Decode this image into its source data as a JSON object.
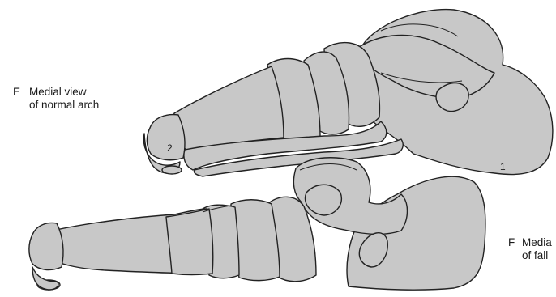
{
  "colors": {
    "bone_fill": "#c8c8c8",
    "bone_stroke": "#222222",
    "background": "#ffffff"
  },
  "labels": {
    "e_letter": "E",
    "e_line1": "Medial view",
    "e_line2": "of normal arch",
    "f_letter": "F",
    "f_line1": "Media",
    "f_line2": "of fall",
    "marker_1": "1",
    "marker_2": "2"
  },
  "top_strip": ""
}
